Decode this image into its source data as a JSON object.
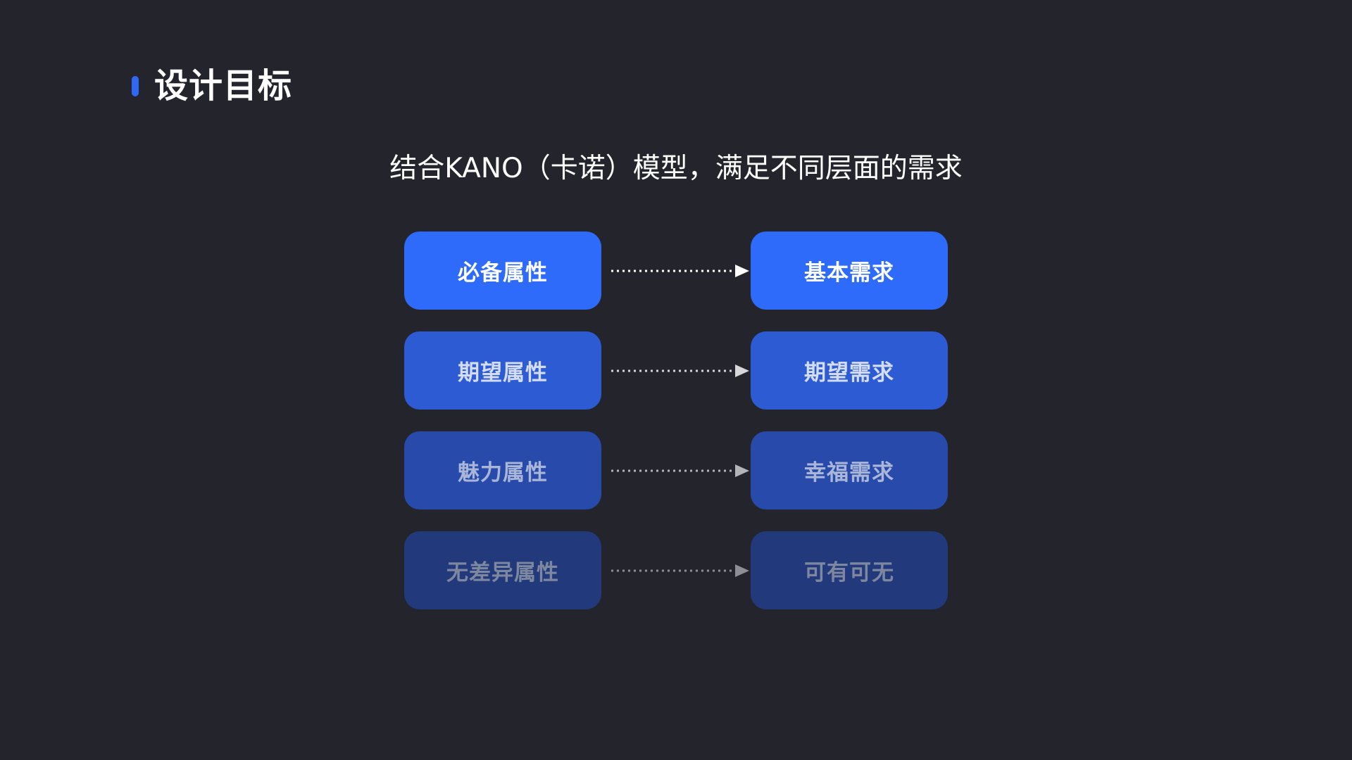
{
  "header": {
    "title": "设计目标",
    "accent_color": "#3068f6"
  },
  "subtitle": "结合KANO（卡诺）模型，满足不同层面的需求",
  "mapping": [
    {
      "attribute": "必备属性",
      "need": "基本需求",
      "box_color": "#2f6bfb",
      "text_color": "#ffffff",
      "arrow_color": "#ffffff"
    },
    {
      "attribute": "期望属性",
      "need": "期望需求",
      "box_color": "#2d5bd3",
      "text_color": "#d4dcf2",
      "arrow_color": "#d7d7d9"
    },
    {
      "attribute": "魅力属性",
      "need": "幸福需求",
      "box_color": "#274aab",
      "text_color": "#a9b6d8",
      "arrow_color": "#b3b4b8"
    },
    {
      "attribute": "无差异属性",
      "need": "可有可无",
      "box_color": "#223a7c",
      "text_color": "#7d879f",
      "arrow_color": "#8e8f94"
    }
  ]
}
